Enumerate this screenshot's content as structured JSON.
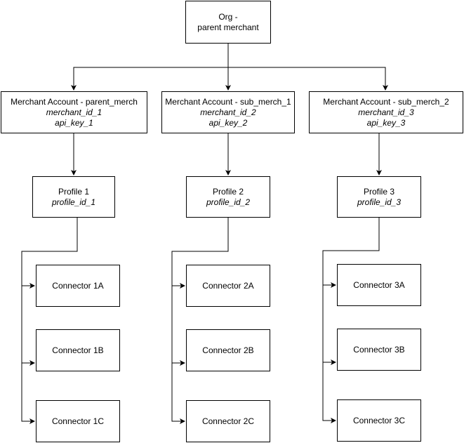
{
  "org": {
    "line1": "Org -",
    "line2": "parent merchant"
  },
  "merchant_accounts": [
    {
      "title": "Merchant Account - parent_merch",
      "merchant_id": "merchant_id_1",
      "api_key": "api_key_1"
    },
    {
      "title": "Merchant Account - sub_merch_1",
      "merchant_id": "merchant_id_2",
      "api_key": "api_key_2"
    },
    {
      "title": "Merchant Account - sub_merch_2",
      "merchant_id": "merchant_id_3",
      "api_key": "api_key_3"
    }
  ],
  "profiles": [
    {
      "title": "Profile 1",
      "profile_id": "profile_id_1"
    },
    {
      "title": "Profile 2",
      "profile_id": "profile_id_2"
    },
    {
      "title": "Profile 3",
      "profile_id": "profile_id_3"
    }
  ],
  "connectors": [
    [
      "Connector 1A",
      "Connector 1B",
      "Connector 1C"
    ],
    [
      "Connector 2A",
      "Connector 2B",
      "Connector 2C"
    ],
    [
      "Connector 3A",
      "Connector 3B",
      "Connector 3C"
    ]
  ]
}
